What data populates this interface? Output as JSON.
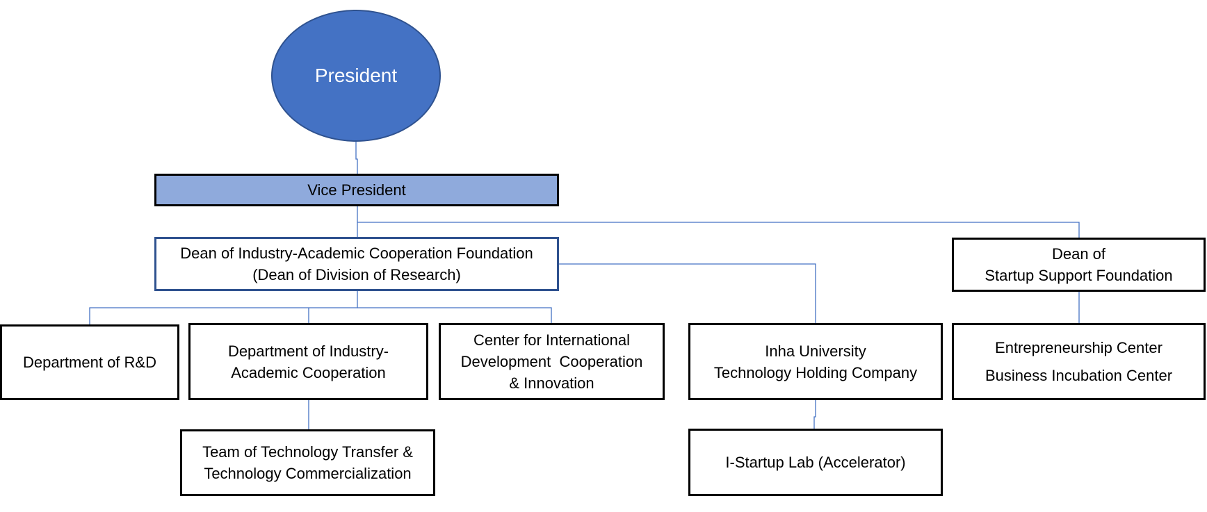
{
  "colors": {
    "president_fill": "#4472c4",
    "president_text": "#ffffff",
    "vice_president_fill": "#8faadc",
    "connector_line": "#4472c4",
    "box_border": "#000000",
    "dean_border": "#2f528f"
  },
  "president": {
    "label": "President"
  },
  "vice_president": {
    "label": "Vice President"
  },
  "dean_iacf": {
    "line1": "Dean of Industry-Academic Cooperation Foundation",
    "line2": "(Dean of Division of Research)"
  },
  "dean_startup": {
    "line1": "Dean of",
    "line2": "Startup Support Foundation"
  },
  "dept_rnd": {
    "label": "Department of R&D"
  },
  "dept_iac": {
    "line1": "Department of Industry-",
    "line2": "Academic Cooperation"
  },
  "center_intl": {
    "line1": "Center for International",
    "line2": "Development  Cooperation",
    "line3": "& Innovation"
  },
  "holding": {
    "line1": "Inha University",
    "line2": "Technology Holding Company"
  },
  "entrepreneurship": {
    "line1": "Entrepreneurship Center",
    "line2": "Business Incubation Center"
  },
  "team_tt": {
    "line1": "Team of Technology Transfer &",
    "line2": "Technology Commercialization"
  },
  "istartup": {
    "label": "I-Startup Lab (Accelerator)"
  }
}
